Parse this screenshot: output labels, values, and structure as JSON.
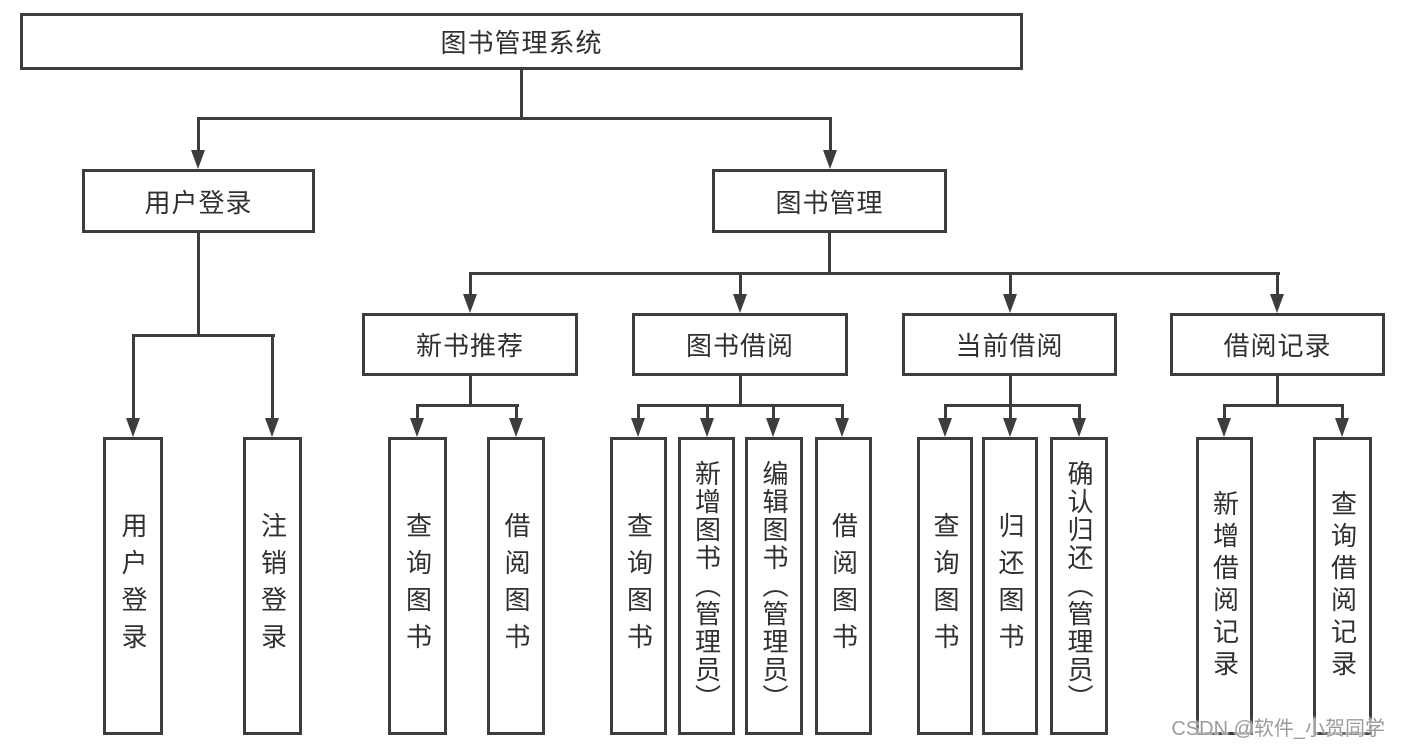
{
  "tree": {
    "label": "图书管理系统",
    "children": [
      {
        "label": "用户登录",
        "children": [
          {
            "label": "用户登录"
          },
          {
            "label": "注销登录"
          }
        ]
      },
      {
        "label": "图书管理",
        "children": [
          {
            "label": "新书推荐",
            "children": [
              {
                "label": "查询图书"
              },
              {
                "label": "借阅图书"
              }
            ]
          },
          {
            "label": "图书借阅",
            "children": [
              {
                "label": "查询图书"
              },
              {
                "label": "新增图书（管理员）"
              },
              {
                "label": "编辑图书（管理员）"
              },
              {
                "label": "借阅图书"
              }
            ]
          },
          {
            "label": "当前借阅",
            "children": [
              {
                "label": "查询图书"
              },
              {
                "label": "归还图书"
              },
              {
                "label": "确认归还（管理员）"
              }
            ]
          },
          {
            "label": "借阅记录",
            "children": [
              {
                "label": "新增借阅记录"
              },
              {
                "label": "查询借阅记录"
              }
            ]
          }
        ]
      }
    ]
  },
  "watermark": {
    "text": "CSDN @软件_小贺同学"
  },
  "colors": {
    "line": "#3d3d3d",
    "text": "#303030",
    "watermark": "#9c9c9c",
    "background": "#ffffff"
  }
}
